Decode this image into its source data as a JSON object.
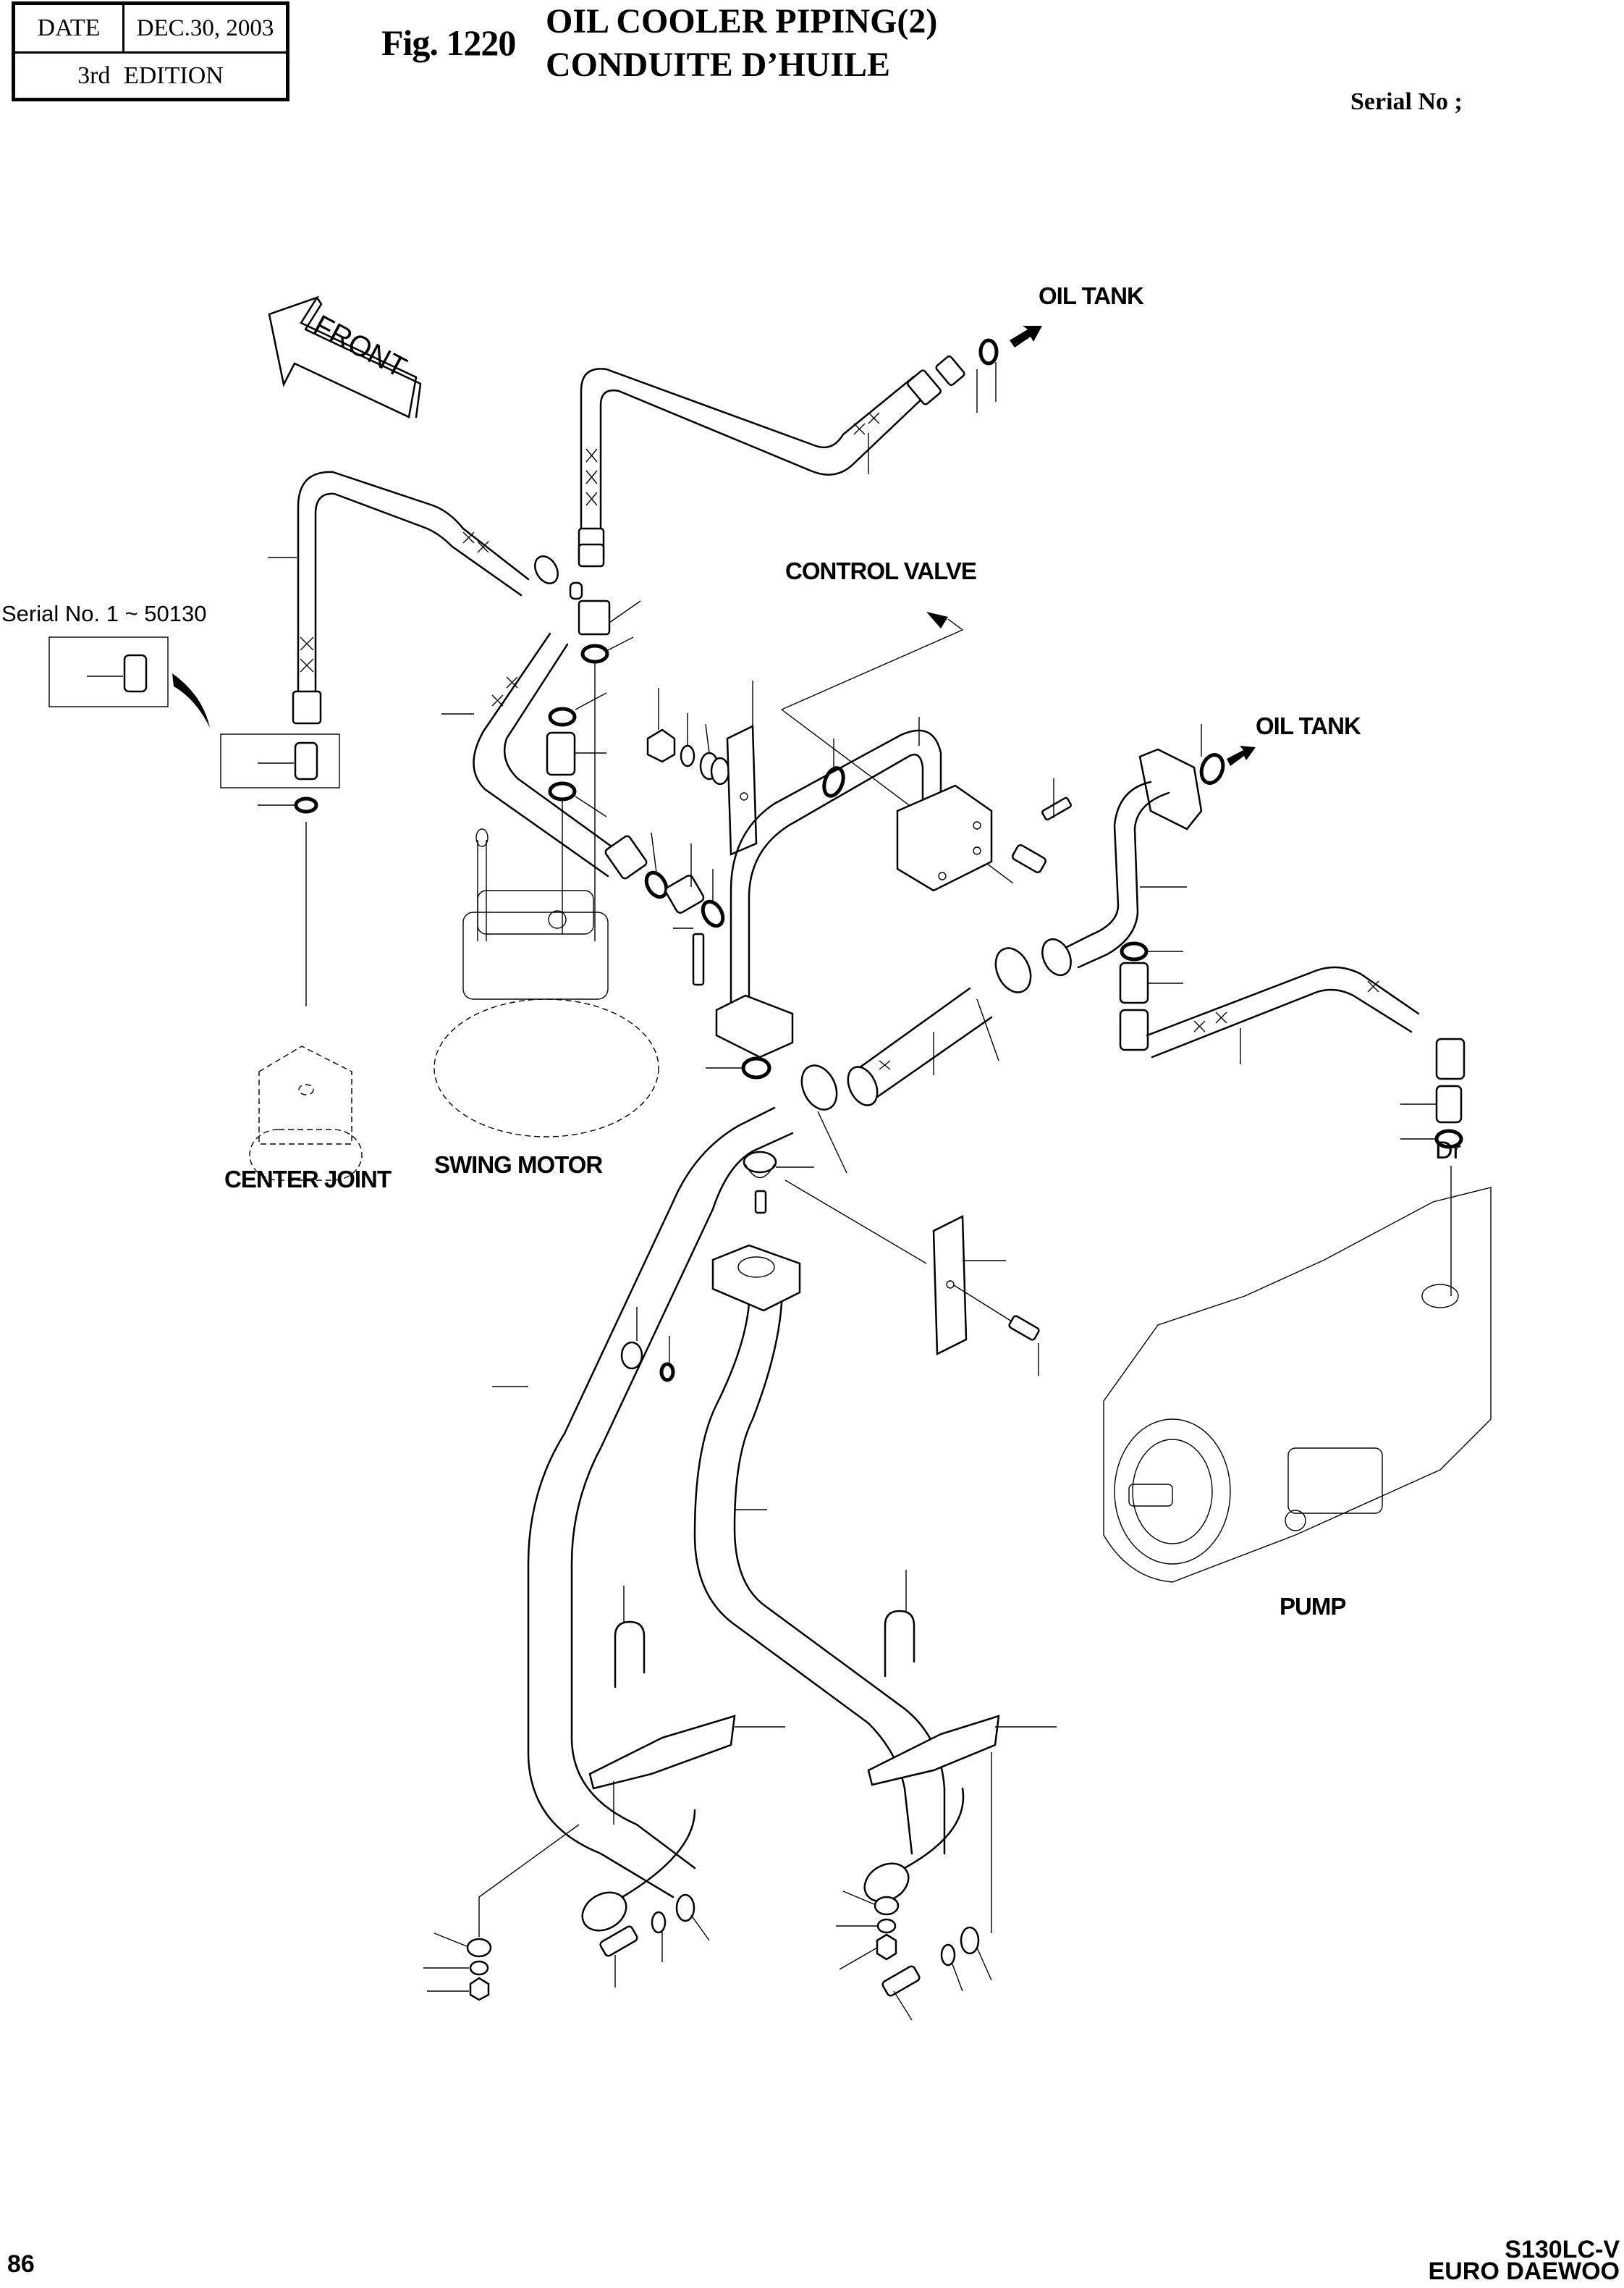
{
  "header": {
    "date_label": "DATE",
    "date_value": "DEC.30, 2003",
    "edition": "3rd  EDITION",
    "figure_number": "Fig. 1220",
    "title_en": "OIL COOLER PIPING(2)",
    "title_fr": "CONDUITE D’HUILE",
    "serial_no": "Serial No ;"
  },
  "diagram": {
    "front_arrow_text": "FRONT",
    "labels": {
      "oil_tank_top": "OIL TANK",
      "oil_tank_right": "OIL TANK",
      "control_valve": "CONTROL VALVE",
      "serial_range": "Serial No. 1 ~ 50130",
      "center_joint": "CENTER JOINT",
      "swing_motor": "SWING MOTOR",
      "drain_port": "Dr",
      "pump": "PUMP"
    },
    "icons": [
      "front-arrow-icon",
      "flow-arrow-icon",
      "callout-arrow-icon"
    ]
  },
  "footer": {
    "page_number": "86",
    "model": "S130LC-V",
    "brand": "EURO DAEWOO"
  }
}
